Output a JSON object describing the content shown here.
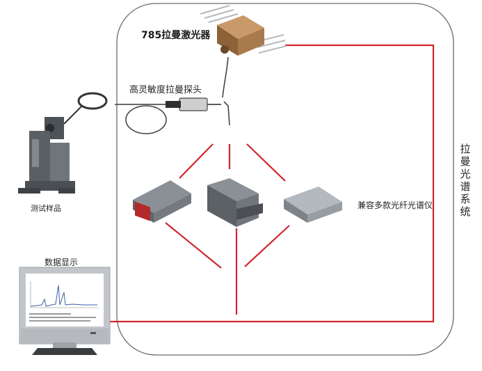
{
  "labels": {
    "laser": "785拉曼激光器",
    "probe": "高灵敏度拉曼探头",
    "sample": "测试样品",
    "display": "数据显示",
    "compatible": "兼容多款光纤光谱仪",
    "system": "拉曼光谱系统"
  },
  "colors": {
    "connection_line": "#d0262b",
    "system_border": "#666666",
    "device_body": "#6f757b",
    "laser_body": "#a87a4c"
  }
}
